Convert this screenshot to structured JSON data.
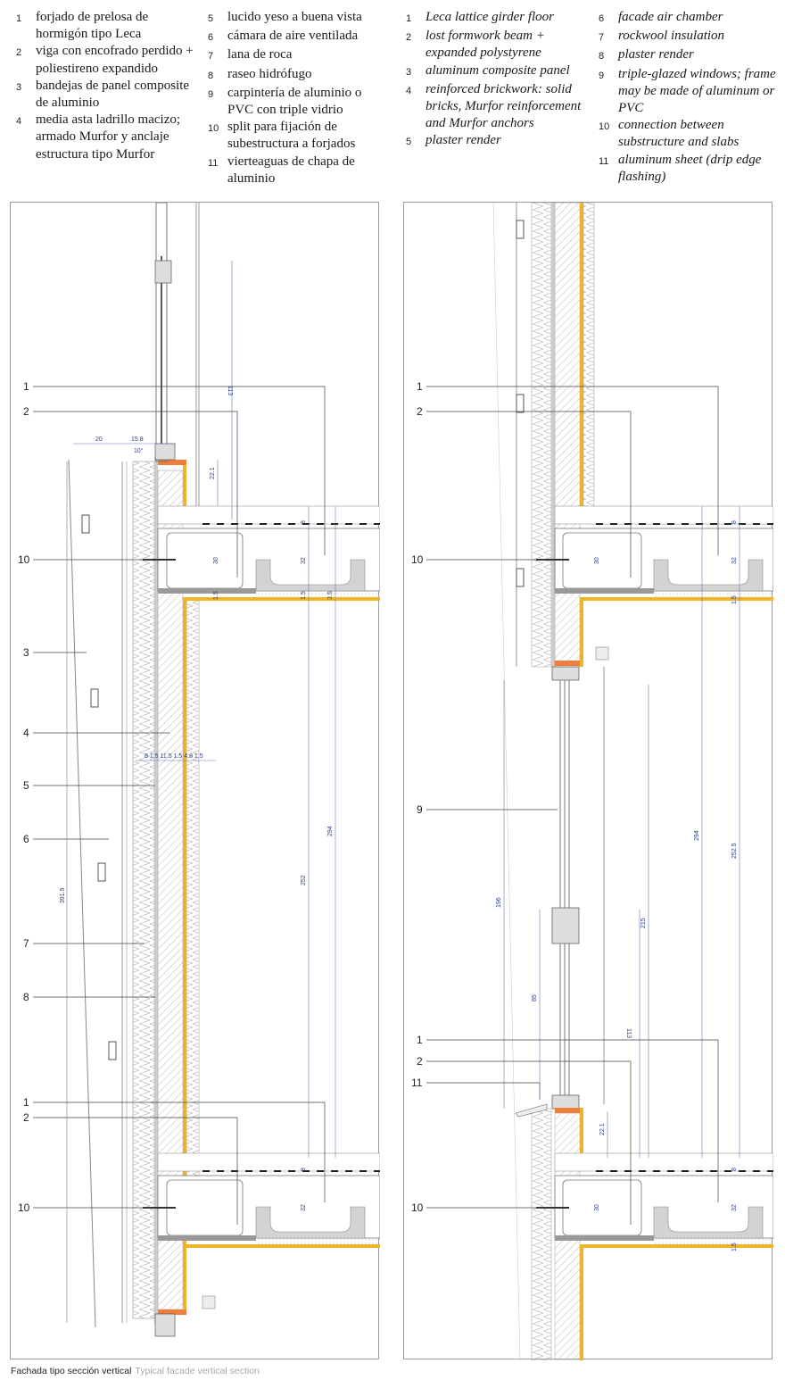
{
  "legend": {
    "es_col1": [
      {
        "num": "1",
        "text": "forjado de prelosa de hormigón tipo Leca"
      },
      {
        "num": "2",
        "text": "viga con encofrado perdido + poliestireno expandido"
      },
      {
        "num": "3",
        "text": "bandejas de panel composite de aluminio"
      },
      {
        "num": "4",
        "text": "media asta ladrillo macizo; armado Murfor y anclaje estructura tipo Murfor"
      }
    ],
    "es_col2": [
      {
        "num": "5",
        "text": "lucido yeso a buena vista"
      },
      {
        "num": "6",
        "text": "cámara de aire ventilada"
      },
      {
        "num": "7",
        "text": "lana de roca"
      },
      {
        "num": "8",
        "text": "raseo hidrófugo"
      },
      {
        "num": "9",
        "text": "carpintería de aluminio o PVC con triple vidrio"
      },
      {
        "num": "10",
        "text": "split para fijación de subestructura a forjados"
      },
      {
        "num": "11",
        "text": "vierteaguas de chapa de aluminio"
      }
    ],
    "en_col1": [
      {
        "num": "1",
        "text": "Leca lattice girder floor"
      },
      {
        "num": "2",
        "text": "lost formwork beam + expanded polystyrene"
      },
      {
        "num": "3",
        "text": "aluminum composite panel"
      },
      {
        "num": "4",
        "text": "reinforced brickwork: solid bricks, Murfor reinforcement and Murfor anchors"
      },
      {
        "num": "5",
        "text": "plaster render"
      }
    ],
    "en_col2": [
      {
        "num": "6",
        "text": "facade air chamber"
      },
      {
        "num": "7",
        "text": "rockwool insulation"
      },
      {
        "num": "8",
        "text": "plaster render"
      },
      {
        "num": "9",
        "text": "triple-glazed windows; frame may be made of aluminum or PVC"
      },
      {
        "num": "10",
        "text": "connection between substructure and slabs"
      },
      {
        "num": "11",
        "text": "aluminum sheet (drip edge flashing)"
      }
    ]
  },
  "left_panel": {
    "callouts": [
      "1",
      "2",
      "10",
      "3",
      "4",
      "5",
      "6",
      "7",
      "8",
      "1",
      "2",
      "10"
    ],
    "dimensions": {
      "sill_width_a": "20",
      "sill_width_b": "15.8",
      "sill_angle": "10°",
      "window_top": "113",
      "parapet": "22.1",
      "topping": "8",
      "beam": "30",
      "slab": "32",
      "soffit_a": "1.5",
      "soffit_b": "1.5",
      "soffit_c": "3.5",
      "layers": "8  1.5  11.5  1.5 4.8 1.5",
      "height_clear": "252",
      "height_floor": "294",
      "panel_height": "391.9",
      "lower_topping": "8",
      "lower_slab": "32"
    }
  },
  "right_panel": {
    "callouts": [
      "1",
      "2",
      "10",
      "9",
      "1",
      "2",
      "11",
      "10"
    ],
    "dimensions": {
      "topping": "8",
      "beam": "30",
      "slab": "32",
      "soffit": "1.5",
      "window_total": "196",
      "floor_height": "294",
      "clear_height": "252.5",
      "window_head": "215",
      "window_lower": "85",
      "sill_to_top": "113",
      "parapet": "22.1",
      "lower_topping": "8",
      "lower_beam": "30",
      "lower_slab": "32",
      "lower_soffit": "1.5"
    }
  },
  "caption": {
    "es": "Fachada tipo sección vertical",
    "en": "Typical facade vertical section"
  },
  "colors": {
    "render_yellow": "#f0b429",
    "sill_orange": "#ef7d3c",
    "dimension_blue": "#2b3f8c",
    "concrete_grey": "#d3d3d3",
    "line_grey": "#555555"
  }
}
